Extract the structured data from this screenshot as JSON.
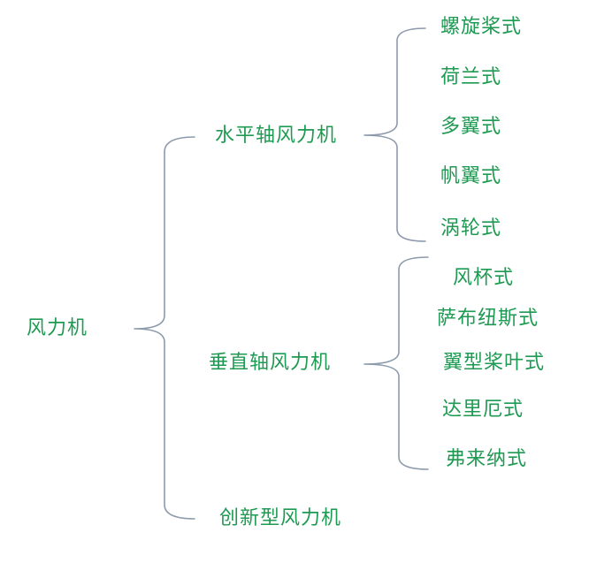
{
  "root": {
    "label": "风力机"
  },
  "branches": [
    {
      "label": "水平轴风力机",
      "children": [
        "螺旋桨式",
        "荷兰式",
        "多翼式",
        "帆翼式",
        "涡轮式"
      ]
    },
    {
      "label": "垂直轴风力机",
      "children": [
        "风杯式",
        "萨布纽斯式",
        "翼型桨叶式",
        "达里厄式",
        "弗来纳式"
      ]
    },
    {
      "label": "创新型风力机",
      "children": []
    }
  ],
  "colors": {
    "text": "#1e9a52",
    "brace": "#8c9aac",
    "background": "#ffffff"
  }
}
